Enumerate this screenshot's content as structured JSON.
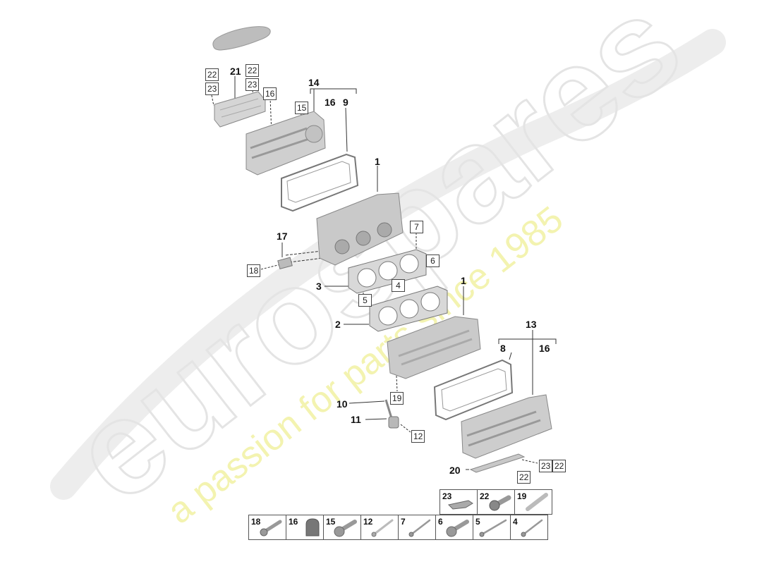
{
  "watermark": {
    "brand": "eurospares",
    "tagline": "a passion for parts since 1985",
    "brand_color": "#e6e6e6",
    "tagline_color": "#f2f2a8"
  },
  "callouts": {
    "c21": "21",
    "c14": "14",
    "c16a": "16",
    "c9": "9",
    "c1a": "1",
    "c17": "17",
    "c3": "3",
    "c2": "2",
    "c1b": "1",
    "c13": "13",
    "c8": "8",
    "c16b": "16",
    "c10": "10",
    "c11": "11",
    "c20": "20"
  },
  "boxed_refs": {
    "b22a": "22",
    "b23a": "23",
    "b22b": "22",
    "b23b": "23",
    "b16": "16",
    "b15": "15",
    "b7": "7",
    "b6": "6",
    "b18": "18",
    "b4": "4",
    "b5": "5",
    "b19": "19",
    "b12": "12",
    "b22c": "22",
    "b23c": "23",
    "b22d": "22"
  },
  "legend": {
    "top_row": [
      {
        "num": "23",
        "icon": "clip-icon"
      },
      {
        "num": "22",
        "icon": "flange-bolt-icon"
      },
      {
        "num": "19",
        "icon": "pin-icon"
      }
    ],
    "bottom_row": [
      {
        "num": "18",
        "icon": "bolt-icon"
      },
      {
        "num": "16",
        "icon": "cap-icon"
      },
      {
        "num": "15",
        "icon": "flange-bolt-icon"
      },
      {
        "num": "12",
        "icon": "long-bolt-icon"
      },
      {
        "num": "7",
        "icon": "long-bolt-icon"
      },
      {
        "num": "6",
        "icon": "flange-bolt-icon"
      },
      {
        "num": "5",
        "icon": "long-bolt-icon"
      },
      {
        "num": "4",
        "icon": "long-bolt-icon"
      }
    ]
  }
}
